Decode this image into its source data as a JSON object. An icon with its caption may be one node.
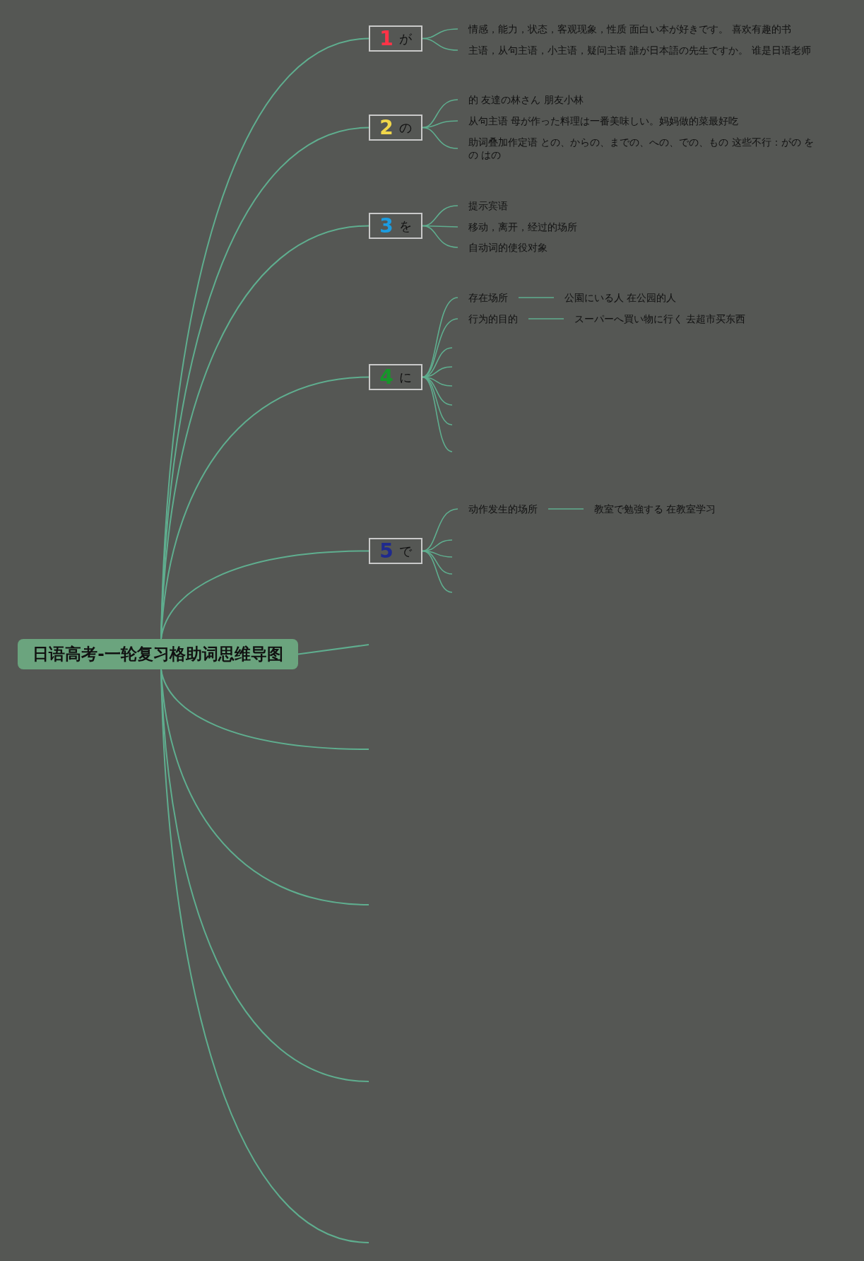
{
  "diagram": {
    "nodes": [
      {
        "text": [
          "日语高考-一轮复习格助词思维导图"
        ]
      },
      {
        "text": [
          "1",
          "が"
        ]
      },
      {
        "text": [
          "2",
          "の"
        ]
      },
      {
        "text": [
          "3",
          "を"
        ]
      },
      {
        "text": [
          "4",
          "に"
        ]
      },
      {
        "text": [
          "5",
          "で"
        ]
      },
      {
        "text": [
          "情感，能力，状态，客观现象，性质 面白い本が好きです。 喜欢有趣的书"
        ]
      },
      {
        "text": [
          "主语，从句主语，小主语，疑问主语 誰が日本語の先生ですか。 谁是日语老师"
        ]
      },
      {
        "text": [
          "的 友達の林さん 朋友小林"
        ]
      },
      {
        "text": [
          "从句主语 母が作った料理は一番美味しい。妈妈做的菜最好吃"
        ]
      },
      {
        "text": [
          "助词叠加作定语 との、からの、までの、への、での、もの 这些不行：がの をの はの"
        ]
      },
      {
        "text": [
          "提示宾语"
        ]
      },
      {
        "text": [
          "移动，离开，经过的场所"
        ]
      },
      {
        "text": [
          "自动词的使役对象"
        ]
      },
      {
        "text": [
          "存在场所"
        ]
      },
      {
        "text": [
          "公園にいる人 在公园的人"
        ]
      },
      {
        "text": [
          "行为的目的"
        ]
      },
      {
        "text": [
          "スーパーへ買い物に行く 去超市买东西"
        ]
      },
      {
        "text": [
          "动作发生的场所"
        ]
      },
      {
        "text": [
          "教室で勉強する 在教室学习"
        ]
      }
    ],
    "edges": [
      {
        "from": 0,
        "to": 1,
        "arrow": "none"
      },
      {
        "from": 0,
        "to": 2,
        "arrow": "none"
      },
      {
        "from": 0,
        "to": 3,
        "arrow": "none"
      },
      {
        "from": 0,
        "to": 4,
        "arrow": "none"
      },
      {
        "from": 0,
        "to": 5,
        "arrow": "none"
      },
      {
        "from": 0,
        "to": null,
        "arrow": "none"
      },
      {
        "from": 0,
        "to": null,
        "arrow": "none"
      },
      {
        "from": 0,
        "to": null,
        "arrow": "none"
      },
      {
        "from": 0,
        "to": null,
        "arrow": "none"
      },
      {
        "from": 0,
        "to": null,
        "arrow": "none"
      },
      {
        "from": 1,
        "to": 6,
        "arrow": "none"
      },
      {
        "from": 1,
        "to": 7,
        "arrow": "none"
      },
      {
        "from": 2,
        "to": 8,
        "arrow": "none"
      },
      {
        "from": 2,
        "to": 9,
        "arrow": "none"
      },
      {
        "from": 2,
        "to": 10,
        "arrow": "none"
      },
      {
        "from": 3,
        "to": 11,
        "arrow": "none"
      },
      {
        "from": 3,
        "to": 12,
        "arrow": "none"
      },
      {
        "from": 3,
        "to": 13,
        "arrow": "none"
      },
      {
        "from": 4,
        "to": 14,
        "arrow": "none"
      },
      {
        "from": 4,
        "to": 16,
        "arrow": "none"
      },
      {
        "from": 4,
        "to": null,
        "arrow": "none"
      },
      {
        "from": 4,
        "to": null,
        "arrow": "none"
      },
      {
        "from": 4,
        "to": null,
        "arrow": "none"
      },
      {
        "from": 4,
        "to": null,
        "arrow": "none"
      },
      {
        "from": 4,
        "to": null,
        "arrow": "none"
      },
      {
        "from": 4,
        "to": null,
        "arrow": "none"
      },
      {
        "from": 14,
        "to": 15,
        "arrow": "none"
      },
      {
        "from": 16,
        "to": 17,
        "arrow": "none"
      },
      {
        "from": 5,
        "to": 18,
        "arrow": "none"
      },
      {
        "from": 5,
        "to": null,
        "arrow": "none"
      },
      {
        "from": 5,
        "to": null,
        "arrow": "none"
      },
      {
        "from": 5,
        "to": null,
        "arrow": "none"
      },
      {
        "from": 5,
        "to": null,
        "arrow": "none"
      },
      {
        "from": 18,
        "to": 19,
        "arrow": "none"
      }
    ]
  }
}
